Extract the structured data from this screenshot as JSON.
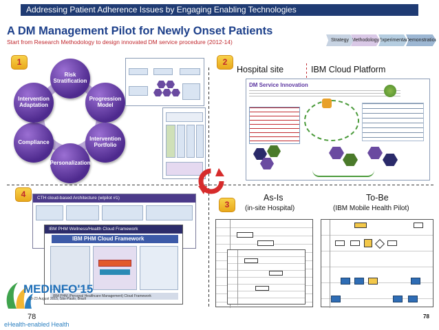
{
  "banner": {
    "text": "Addressing Patient Adherence Issues by Engaging Enabling Technologies"
  },
  "title": "A DM Management Pilot for Newly Onset Patients",
  "subtitle": "Start from Research Methodology to design innovated DM service procedure (2012-14)",
  "stages": [
    "Strategy",
    "Methodology",
    "Experimental",
    "Demonstration"
  ],
  "quadrants": {
    "q1": {
      "number": "1"
    },
    "q2": {
      "number": "2",
      "left_label": "Hospital site",
      "right_label": "IBM Cloud Platform",
      "panel_title": "DM Service Innovation"
    },
    "q3": {
      "number": "3",
      "asis_title": "As-Is",
      "asis_sub": "(in-site Hospital)",
      "tobe_title": "To-Be",
      "tobe_sub": "(IBM Mobile Health Pilot)"
    },
    "q4": {
      "number": "4",
      "panel_title": "CTH cloud-based Architecture (wlpilot #1)",
      "inner_title": "IBM PHM Wellness/Health Cloud Framework",
      "inner_header": "IBM PHM Cloud Framework",
      "inner_footer": "IBM PHM (Personal Healthcare Management) Cloud Framework"
    }
  },
  "cycle": [
    "Risk Stratification",
    "Progression Model",
    "Intervention Portfolio",
    "Personalization",
    "Compliance",
    "Intervention Adaptation"
  ],
  "footer": {
    "logo_text": "MEDINFO'15",
    "logo_sub": "19-23 August 2015, São Paulo, Brazil",
    "tagline": "eHealth-enabled Health",
    "page_left": "78",
    "page_right": "78"
  },
  "colors": {
    "banner": "#1f3b73",
    "title": "#1c3f8a",
    "subtitle": "#c0272d",
    "cycle": "#5b34a0"
  }
}
